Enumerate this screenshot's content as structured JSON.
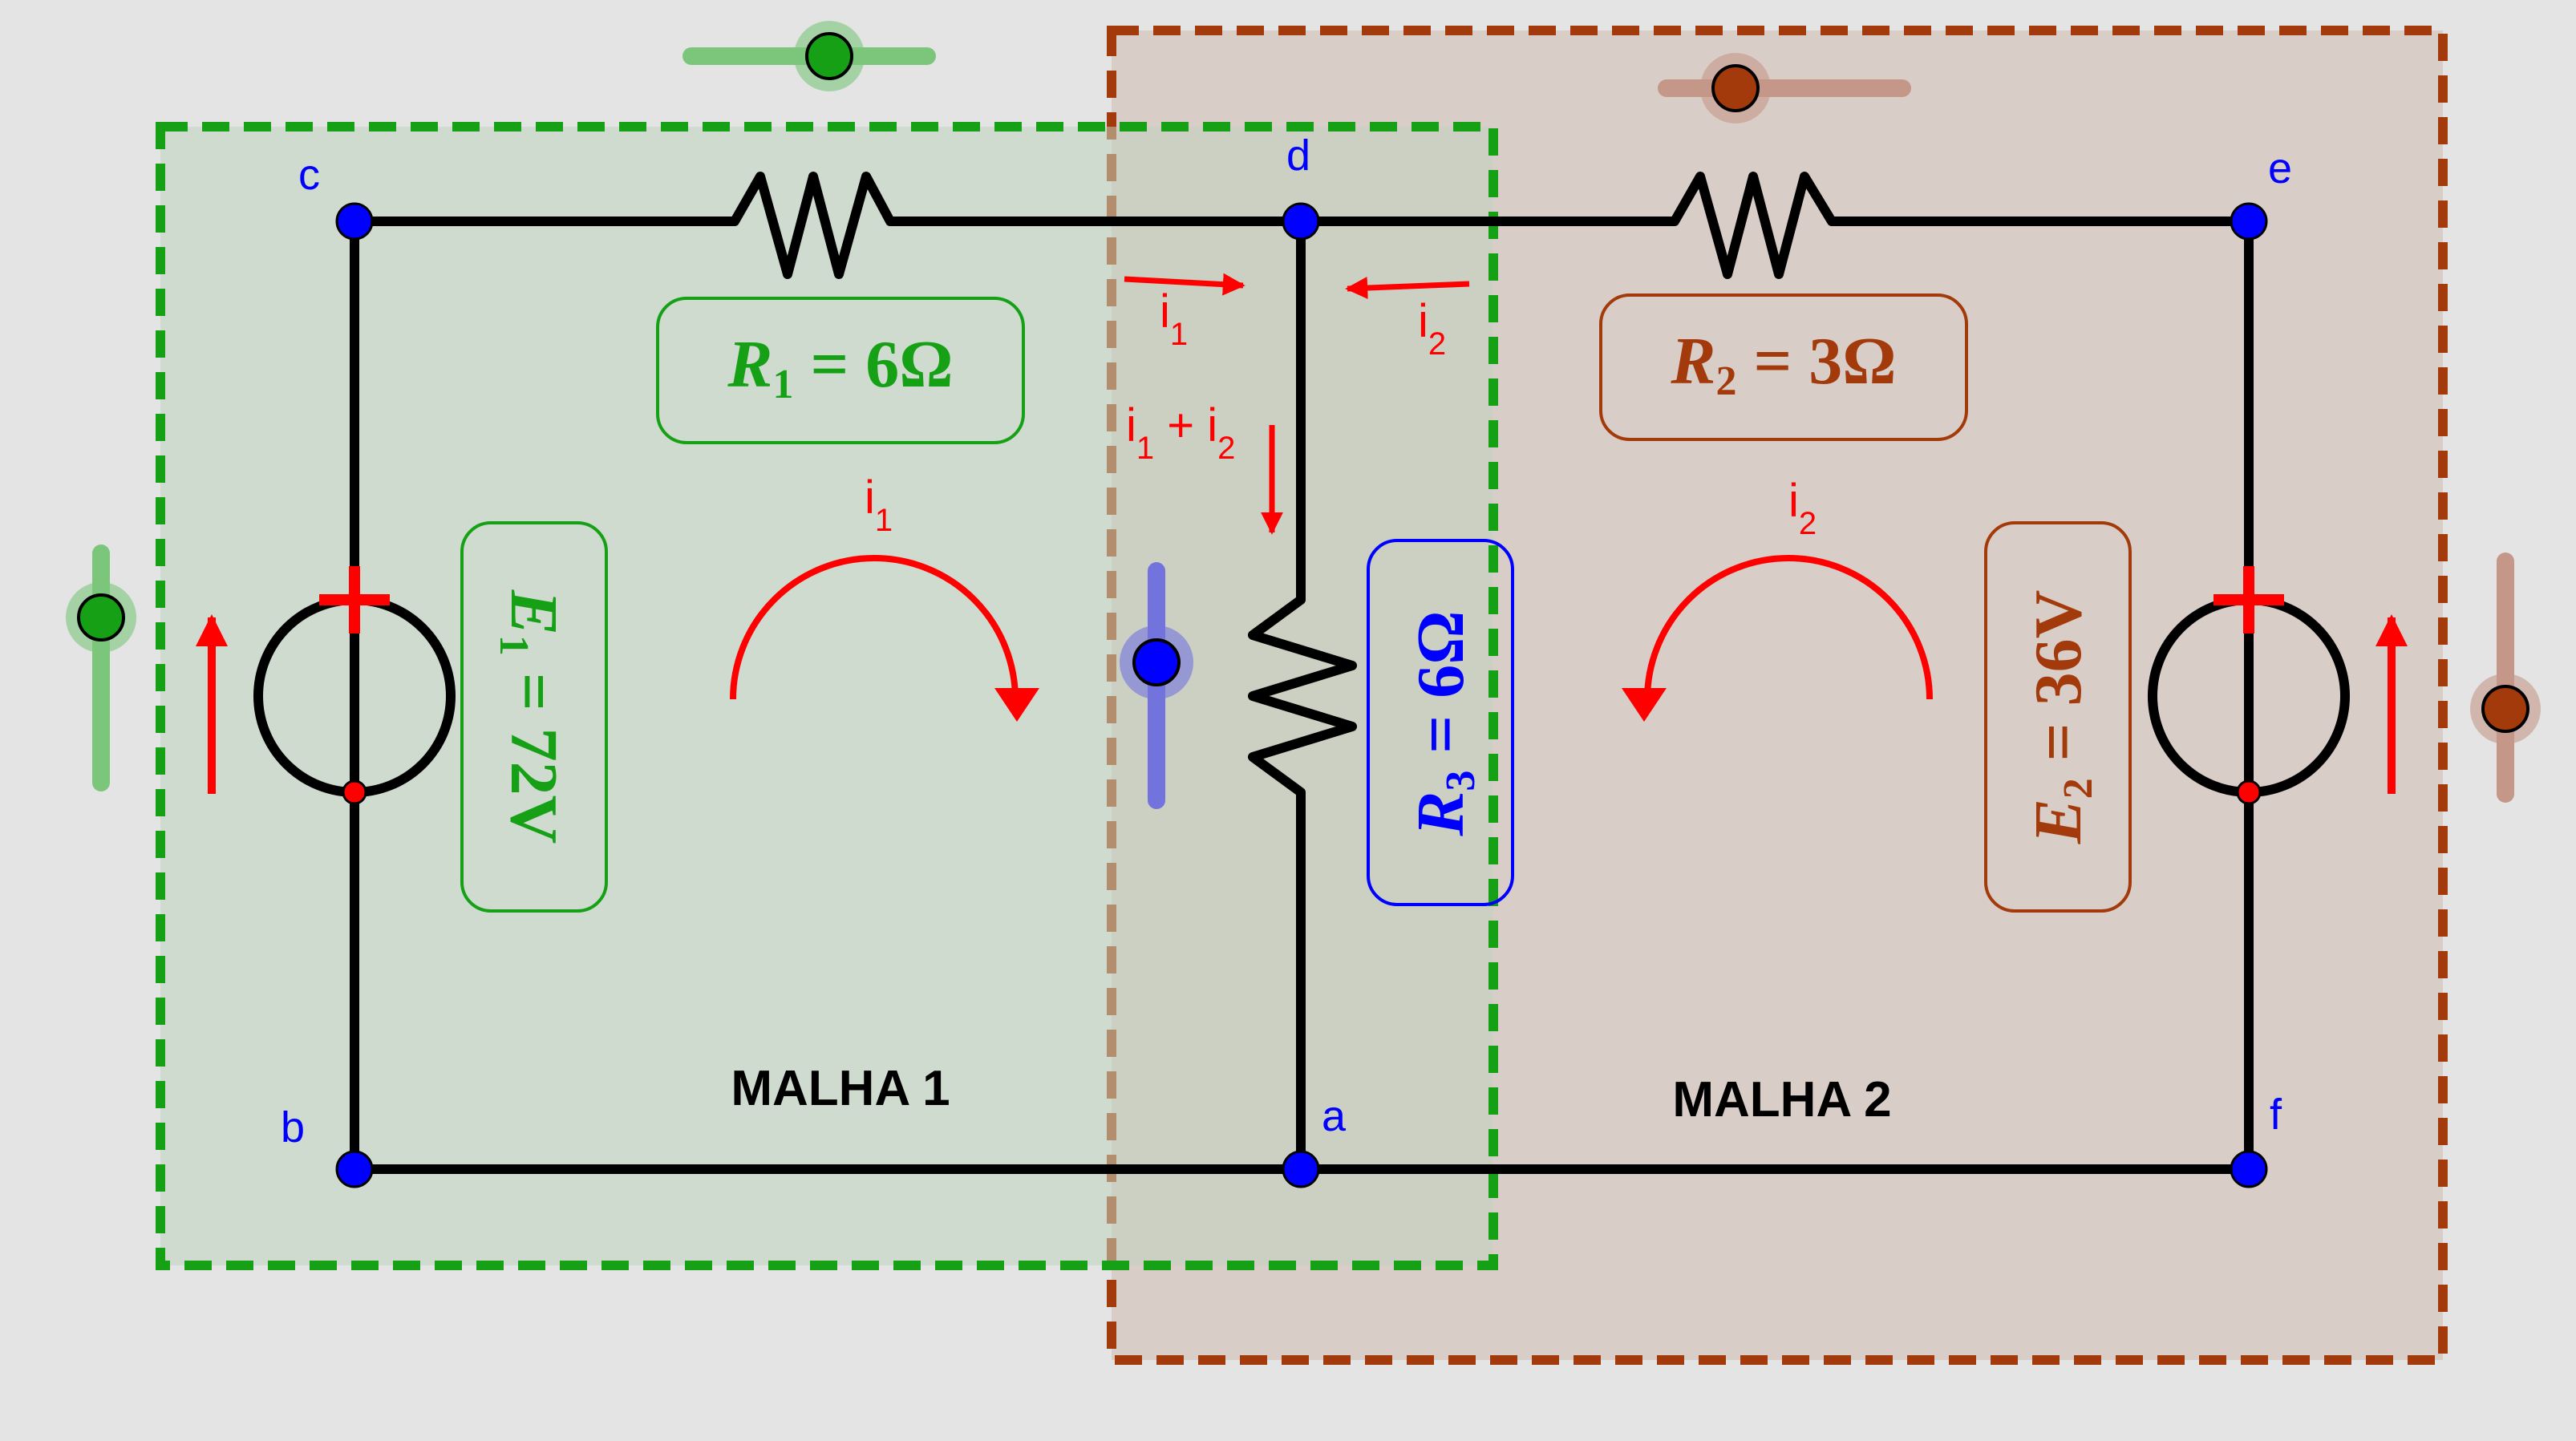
{
  "colors": {
    "background": "#e4e4e4",
    "loop1": "#16a016",
    "loop1_fill": "#cfdccf",
    "loop2": "#a33a0c",
    "loop2_fill": "#d9cdc8",
    "wire": "#000000",
    "node": "#0000ff",
    "current": "#ff0000",
    "r3": "#0000ff",
    "slider_green": "#7cc67c",
    "slider_brown": "#c49788",
    "slider_blue": "#7373dd"
  },
  "nodes": {
    "a": "a",
    "b": "b",
    "c": "c",
    "d": "d",
    "e": "e",
    "f": "f"
  },
  "components": {
    "r1": {
      "symbol": "R",
      "sub": "1",
      "value": " = 6Ω"
    },
    "r2": {
      "symbol": "R",
      "sub": "2",
      "value": " = 3Ω"
    },
    "r3": {
      "symbol": "R",
      "sub": "3",
      "value": " = 6Ω"
    },
    "e1": {
      "symbol": "E",
      "sub": "1",
      "value": " = 72V"
    },
    "e2": {
      "symbol": "E",
      "sub": "2",
      "value": " = 36V"
    },
    "source_plus": "+"
  },
  "currents": {
    "i1": {
      "base": "i",
      "sub": "1"
    },
    "i2": {
      "base": "i",
      "sub": "2"
    },
    "sum": {
      "a_base": "i",
      "a_sub": "1",
      "plus": " + ",
      "b_base": "i",
      "b_sub": "2"
    }
  },
  "loops": {
    "loop1_label": "MALHA 1",
    "loop2_label": "MALHA 2"
  },
  "icons": {
    "node": "node-dot-icon",
    "slider": "slider-handle-icon",
    "resistor": "resistor-zigzag-icon",
    "source": "voltage-source-icon",
    "arrow": "current-arrow-icon"
  }
}
